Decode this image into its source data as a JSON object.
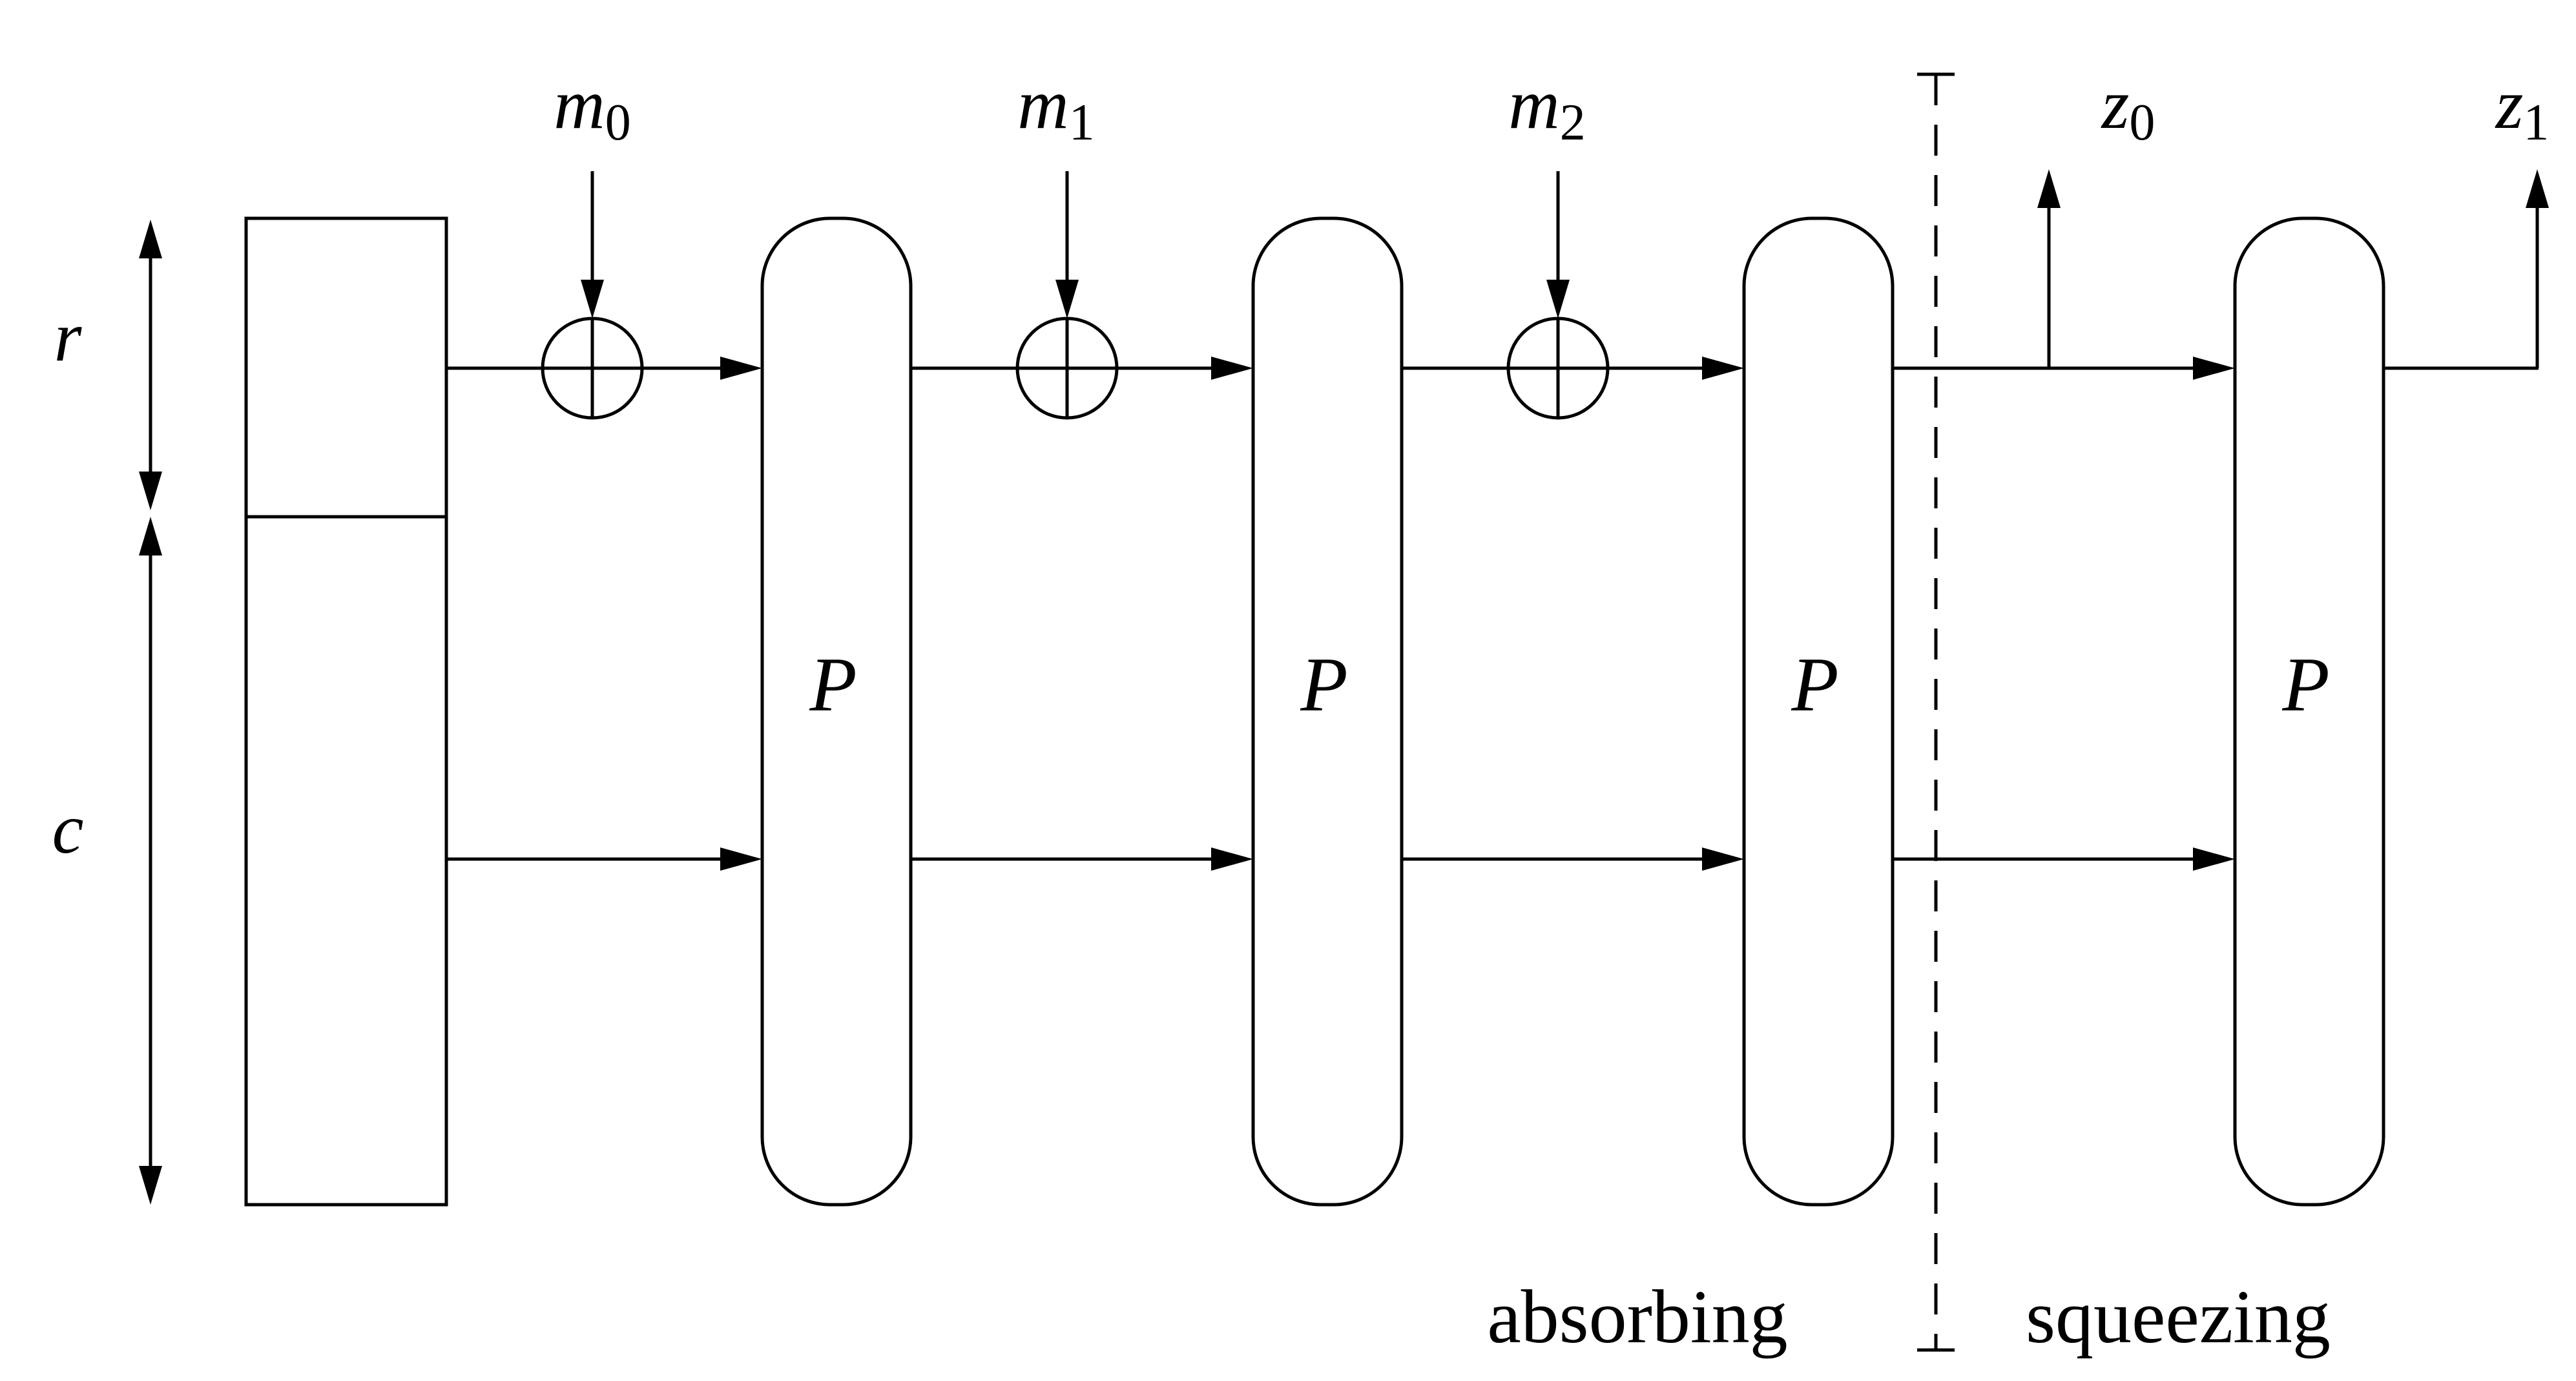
{
  "diagram": {
    "dimension_labels": {
      "r": "r",
      "c": "c"
    },
    "inputs": [
      {
        "base": "m",
        "subscript": "0"
      },
      {
        "base": "m",
        "subscript": "1"
      },
      {
        "base": "m",
        "subscript": "2"
      }
    ],
    "outputs": [
      {
        "base": "z",
        "subscript": "0"
      },
      {
        "base": "z",
        "subscript": "1"
      }
    ],
    "permutation_label": "P",
    "phases": {
      "absorbing": "absorbing",
      "squeezing": "squeezing"
    },
    "colors": {
      "stroke": "#000000",
      "background": "#ffffff"
    }
  }
}
